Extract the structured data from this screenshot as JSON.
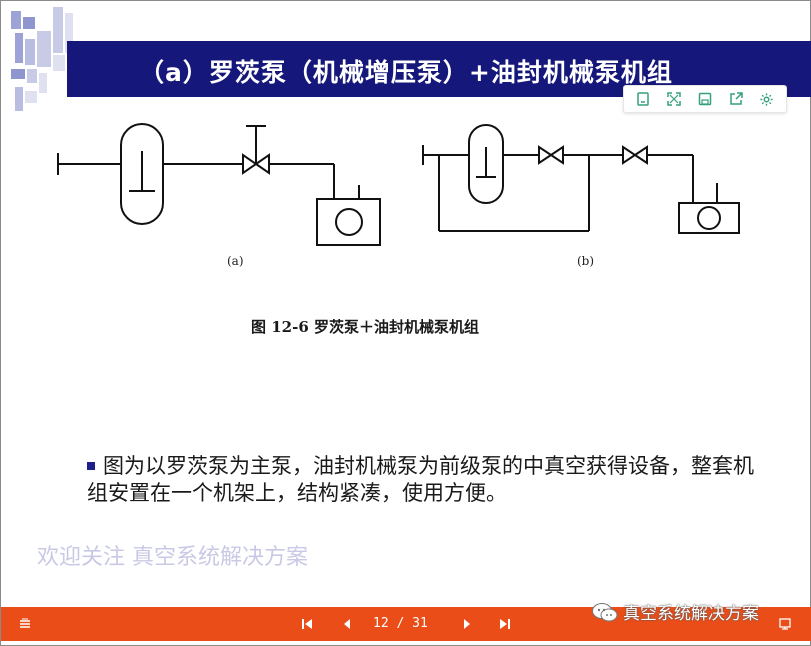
{
  "slide": {
    "title": "（a）罗茨泵（机械增压泵）+油封机械泵机组",
    "figure": {
      "label_a": "(a)",
      "label_b": "(b)",
      "caption": "图 12-6   罗茨泵＋油封机械泵机组"
    },
    "body_text": "图为以罗茨泵为主泵，油封机械泵为前级泵的中真空获得设备，整套机组安置在一个机架上，结构紧凑，使用方便。",
    "watermark": "欢迎关注 真空系统解决方案"
  },
  "toolbar": {
    "icons": [
      "copy-icon",
      "fullscreen-icon",
      "save-icon",
      "share-icon",
      "settings-icon"
    ]
  },
  "navigation": {
    "page_indicator": "12 / 31",
    "current_page": 12,
    "total_pages": 31
  },
  "brand": {
    "name": "真空系统解决方案"
  },
  "colors": {
    "title_bar": "#16177a",
    "nav_bar": "#ea4d18",
    "watermark": "#c9c9e6",
    "bullet": "#1f1f8a"
  }
}
